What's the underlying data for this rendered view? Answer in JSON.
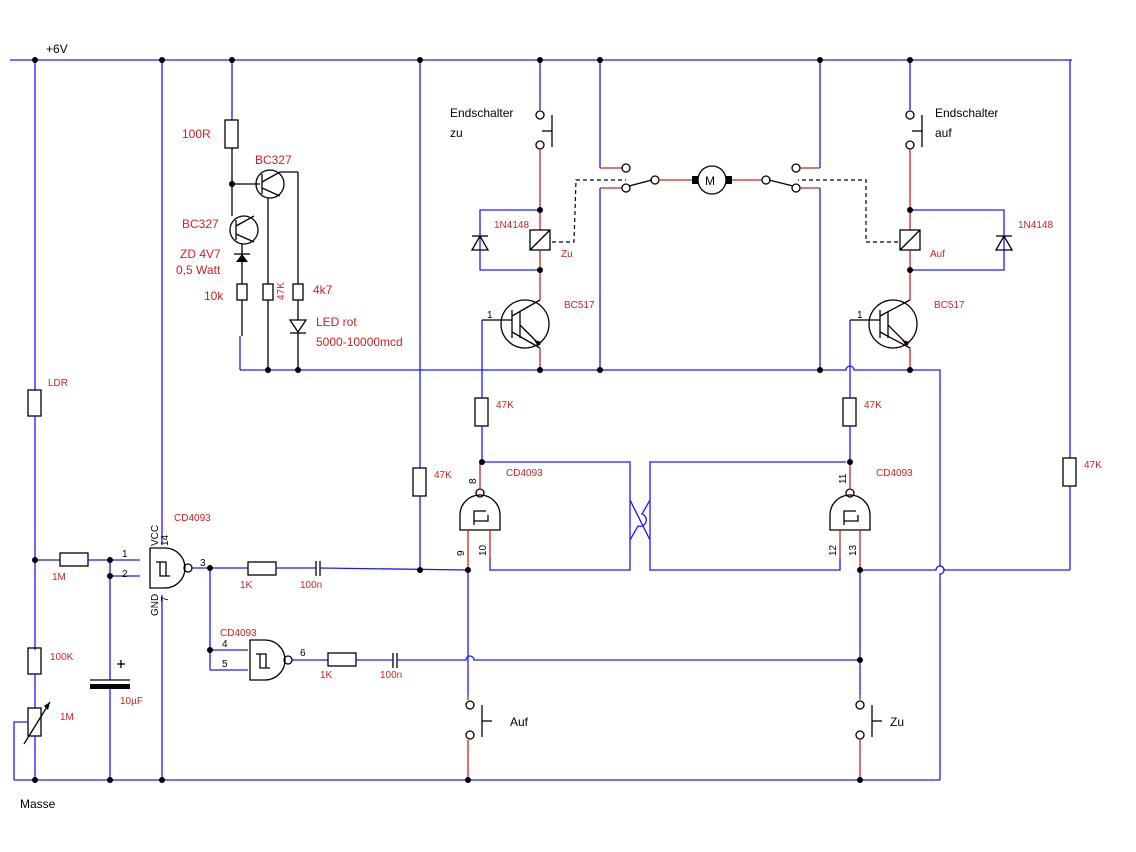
{
  "labels": {
    "vplus": "+6V",
    "masse": "Masse",
    "ldr": "LDR",
    "r_1m_top": "1M",
    "r_100k": "100K",
    "pot_1m": "1M",
    "cap_10uf": "10µF",
    "r_100r": "100R",
    "bc327_a": "BC327",
    "bc327_b": "BC327",
    "zd": "ZD 4V7",
    "zd_watt": "0,5 Watt",
    "r_10k": "10k",
    "r_47k_small": "47K",
    "r_4k7": "4k7",
    "led": "LED  rot",
    "led_mcd": "5000-10000mcd",
    "endschalter_l": "Endschalter",
    "endschalter_l2": "zu",
    "endschalter_r": "Endschalter",
    "endschalter_r2": "auf",
    "diode_l": "1N4148",
    "diode_r": "1N4148",
    "relay_l": "Zu",
    "relay_r": "Auf",
    "bc517_l": "BC517",
    "bc517_r": "BC517",
    "motor": "M",
    "r47k_l": "47K",
    "r47k_r": "47K",
    "r47k_mid": "47K",
    "r47k_far": "47K",
    "cd4093_main": "CD4093",
    "cd4093_second": "CD4093",
    "cd4093_l": "CD4093",
    "cd4093_r": "CD4093",
    "vcc": "VCC",
    "gnd": "GND",
    "r_1k_a": "1K",
    "cap_100n_a": "100n",
    "r_1k_b": "1K",
    "cap_100n_b": "100n",
    "btn_auf": "Auf",
    "btn_zu": "Zu",
    "pins": {
      "p1": "1",
      "p2": "2",
      "p3": "3",
      "p14": "14",
      "p7": "7",
      "p4": "4",
      "p5": "5",
      "p6": "6",
      "p8": "8",
      "p9": "9",
      "p10": "10",
      "p11": "11",
      "p12": "12",
      "p13": "13",
      "q1l": "1",
      "q1r": "1"
    }
  }
}
